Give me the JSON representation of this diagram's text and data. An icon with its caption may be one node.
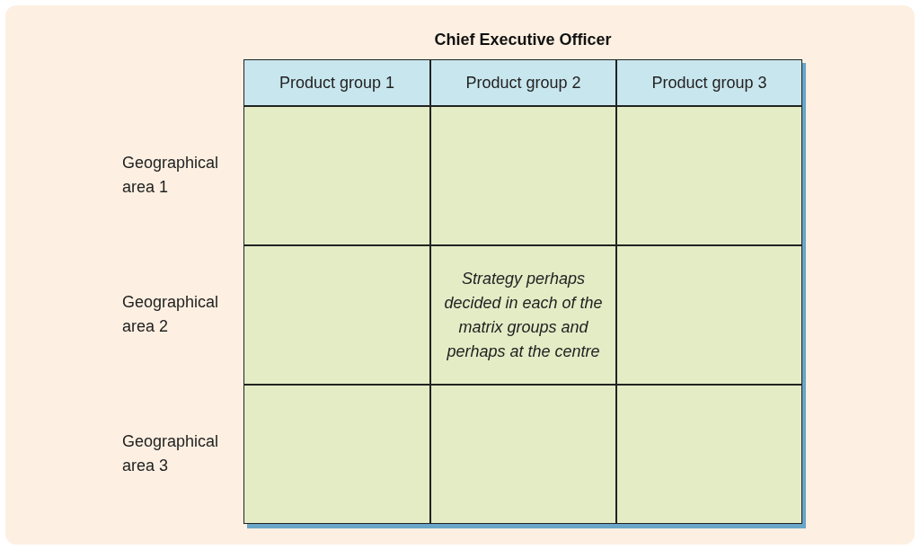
{
  "diagram": {
    "title": "Chief Executive Officer",
    "nodes": [
      {
        "text": [
          "Product group 1"
        ]
      },
      {
        "text": [
          "Product group 2"
        ]
      },
      {
        "text": [
          "Product group 3"
        ]
      },
      {
        "text": [],
        "shape": "box"
      },
      {
        "text": [],
        "shape": "box"
      },
      {
        "text": [],
        "shape": "box"
      },
      {
        "text": [],
        "shape": "box"
      },
      {
        "text": [
          "Strategy perhaps decided in each of the matrix groups and perhaps at the centre"
        ]
      },
      {
        "text": [],
        "shape": "box"
      },
      {
        "text": [],
        "shape": "box"
      },
      {
        "text": [],
        "shape": "box"
      },
      {
        "text": [],
        "shape": "box"
      }
    ],
    "labels": [
      "Geographical area 1",
      "Geographical area 2",
      "Geographical area 3"
    ]
  }
}
